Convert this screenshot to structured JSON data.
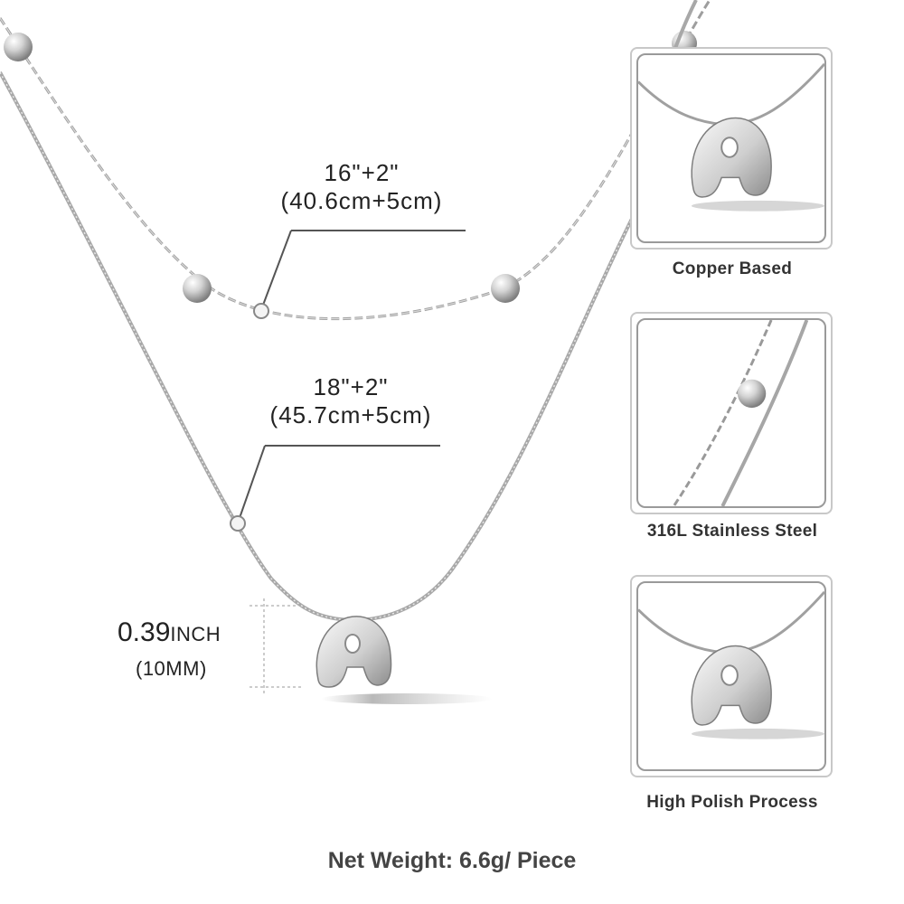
{
  "main": {
    "top_chain": {
      "length_in": "16\"+2\"",
      "length_cm": "(40.6cm+5cm)"
    },
    "bottom_chain": {
      "length_in": "18\"+2\"",
      "length_cm": "(45.7cm+5cm)"
    },
    "pendant_size": {
      "value": "0.39",
      "unit": "INCH",
      "metric": "(10MM)"
    }
  },
  "features": [
    {
      "caption": "Copper Based"
    },
    {
      "caption": "316L Stainless Steel"
    },
    {
      "caption": "High Polish Process"
    }
  ],
  "footer": {
    "net_weight": "Net Weight: 6.6g/ Piece"
  },
  "colors": {
    "metal": "#b9b9b9",
    "metal_dark": "#8a8a8a",
    "text": "#222222",
    "leader": "#555555"
  }
}
